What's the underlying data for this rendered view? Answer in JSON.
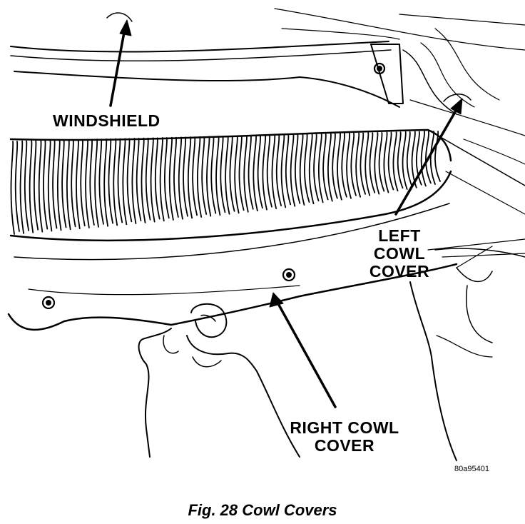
{
  "labels": {
    "windshield": "WINDSHIELD",
    "left_cowl_cover": [
      "LEFT",
      "COWL",
      "COVER"
    ],
    "right_cowl_cover": [
      "RIGHT COWL",
      "COVER"
    ]
  },
  "figure_code": "80a95401",
  "caption": "Fig. 28 Cowl Covers"
}
